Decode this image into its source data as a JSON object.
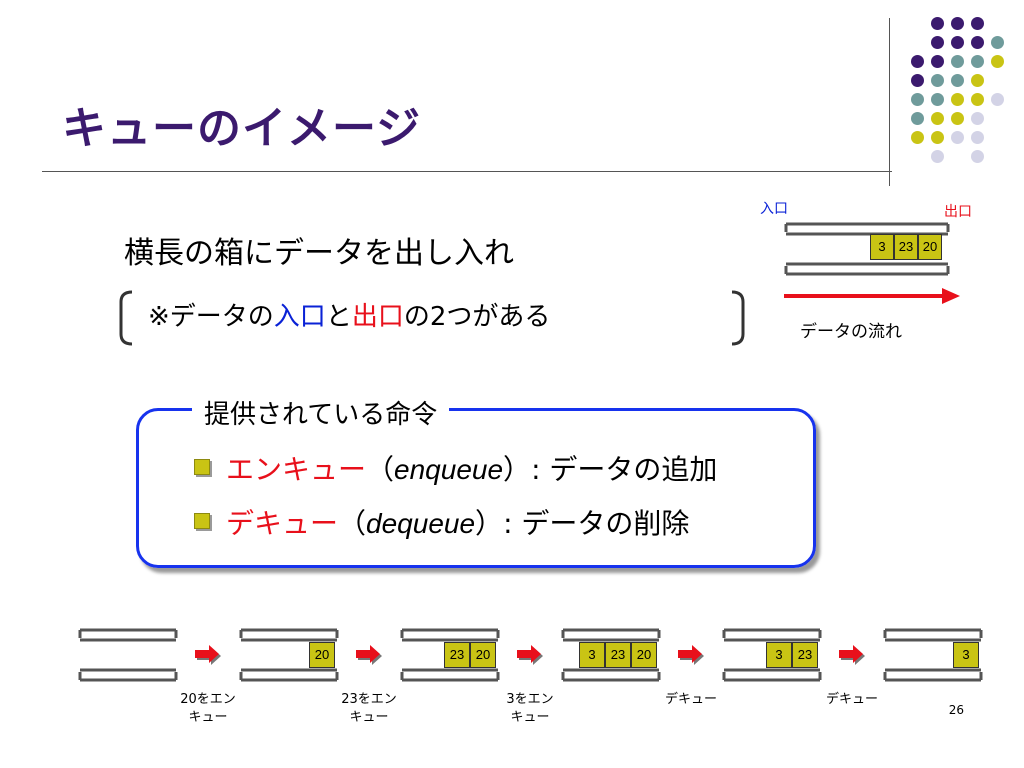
{
  "slide": {
    "title": "キューのイメージ",
    "page_number": "26"
  },
  "diagram": {
    "in_label": "入口",
    "out_label": "出口",
    "cells": [
      "3",
      "23",
      "20"
    ],
    "flow_label": "データの流れ",
    "colors": {
      "in": "#0a22d6",
      "out": "#e8101b",
      "arrow": "#e8101b",
      "cell": "#c9c414"
    }
  },
  "main": {
    "heading": "横長の箱にデータを出し入れ",
    "note_prefix": "※データの",
    "note_in": "入口",
    "note_mid": "と",
    "note_out": "出口",
    "note_suffix": "の2つがある"
  },
  "commands": {
    "title": "提供されている命令",
    "items": [
      {
        "name": "エンキュー",
        "paren_open": "（",
        "en": "enqueue",
        "paren_close": "）",
        "desc": ": データの追加"
      },
      {
        "name": "デキュー",
        "paren_open": "（",
        "en": "dequeue",
        "paren_close": "）",
        "desc": ": データの削除"
      }
    ]
  },
  "sequence": {
    "states": [
      {
        "cells": []
      },
      {
        "cells": [
          "20"
        ]
      },
      {
        "cells": [
          "23",
          "20"
        ]
      },
      {
        "cells": [
          "3",
          "23",
          "20"
        ]
      },
      {
        "cells": [
          "3",
          "23"
        ]
      },
      {
        "cells": [
          "3"
        ]
      }
    ],
    "step_labels": [
      {
        "line1": "20をエン",
        "line2": "キュー"
      },
      {
        "line1": "23をエン",
        "line2": "キュー"
      },
      {
        "line1": "3をエン",
        "line2": "キュー"
      },
      {
        "line1": "デキュー",
        "line2": ""
      },
      {
        "line1": "デキュー",
        "line2": ""
      }
    ]
  }
}
